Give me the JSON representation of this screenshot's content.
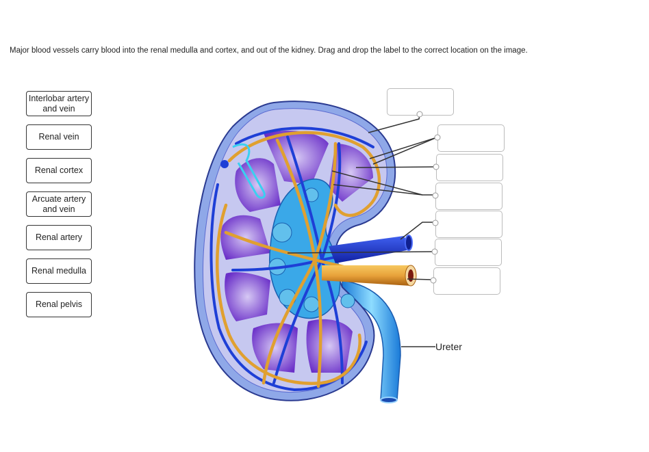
{
  "instructions": "Major blood vessels carry blood into the renal medulla and cortex, and out of the kidney. Drag and drop the label to the correct location on the image.",
  "labels": [
    {
      "text": "Interlobar artery and vein"
    },
    {
      "text": "Renal vein"
    },
    {
      "text": "Renal cortex"
    },
    {
      "text": "Arcuate artery and vein"
    },
    {
      "text": "Renal artery"
    },
    {
      "text": "Renal medulla"
    },
    {
      "text": "Renal pelvis"
    }
  ],
  "diagram": {
    "fixed_label": "Ureter",
    "drop_targets": 7,
    "colors": {
      "capsule": "#8fa8e8",
      "cortex": "#c6c8f0",
      "medulla": "#7a3fcf",
      "vein": "#1e3fd6",
      "artery": "#e0a030",
      "pelvis": "#3aa8e8",
      "ureter": "#48b4f0"
    }
  }
}
